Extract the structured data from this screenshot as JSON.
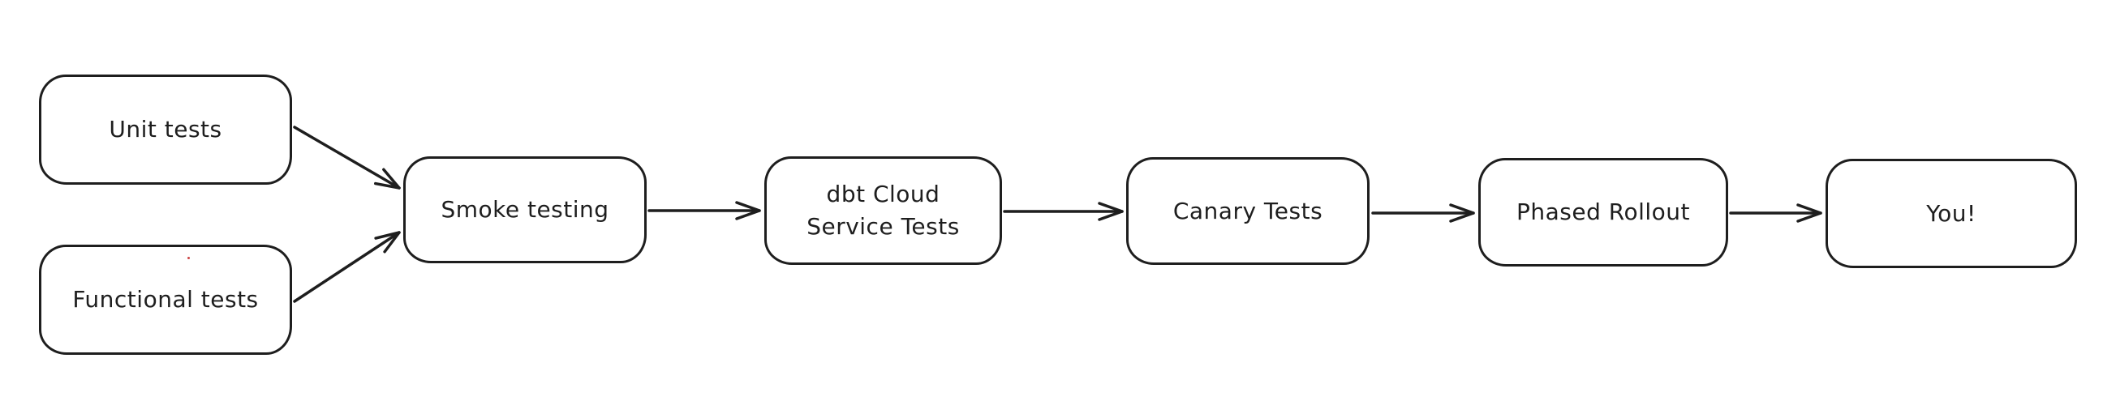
{
  "diagram": {
    "colors": {
      "stroke": "#1e1e1e",
      "background": "#ffffff",
      "node_fill": "#ffffff",
      "red_speck": "#cc4444"
    },
    "nodes": [
      {
        "id": "unit-tests",
        "label": "Unit tests",
        "lines": [
          "Unit tests"
        ]
      },
      {
        "id": "functional-tests",
        "label": "Functional tests",
        "lines": [
          "Functional tests"
        ]
      },
      {
        "id": "smoke-testing",
        "label": "Smoke testing",
        "lines": [
          "Smoke testing"
        ]
      },
      {
        "id": "dbt-cloud-service-tests",
        "label": "dbt Cloud Service Tests",
        "lines": [
          "dbt Cloud",
          "Service Tests"
        ]
      },
      {
        "id": "canary-tests",
        "label": "Canary Tests",
        "lines": [
          "Canary Tests"
        ]
      },
      {
        "id": "phased-rollout",
        "label": "Phased Rollout",
        "lines": [
          "Phased Rollout"
        ]
      },
      {
        "id": "you",
        "label": "You!",
        "lines": [
          "You!"
        ]
      }
    ],
    "edges": [
      {
        "from": "unit-tests",
        "to": "smoke-testing"
      },
      {
        "from": "functional-tests",
        "to": "smoke-testing"
      },
      {
        "from": "smoke-testing",
        "to": "dbt-cloud-service-tests"
      },
      {
        "from": "dbt-cloud-service-tests",
        "to": "canary-tests"
      },
      {
        "from": "canary-tests",
        "to": "phased-rollout"
      },
      {
        "from": "phased-rollout",
        "to": "you"
      }
    ]
  }
}
